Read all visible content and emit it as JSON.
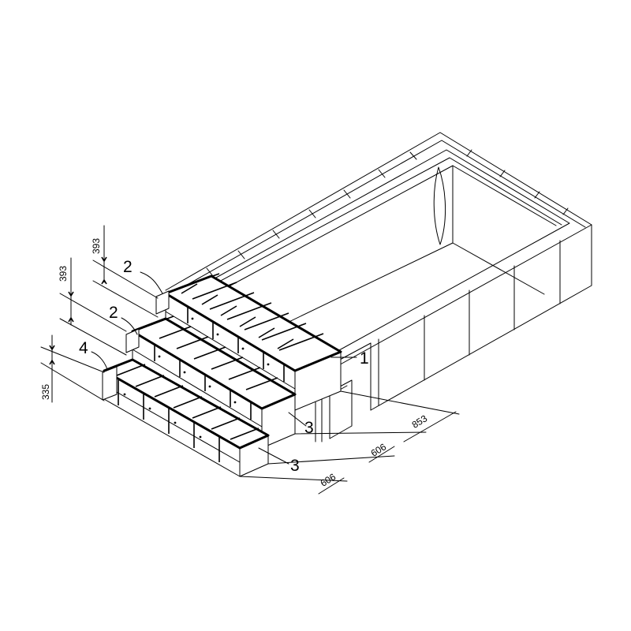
{
  "callouts": {
    "c1": "1",
    "c2_upper": "2",
    "c2_lower": "2",
    "c3_upper": "3",
    "c3_lower": "3",
    "c4": "4"
  },
  "dimensions": {
    "riser_top": "393",
    "riser_middle": "393",
    "riser_bottom": "335",
    "tread_upper": "606",
    "tread_lower": "606",
    "platform": "853"
  }
}
